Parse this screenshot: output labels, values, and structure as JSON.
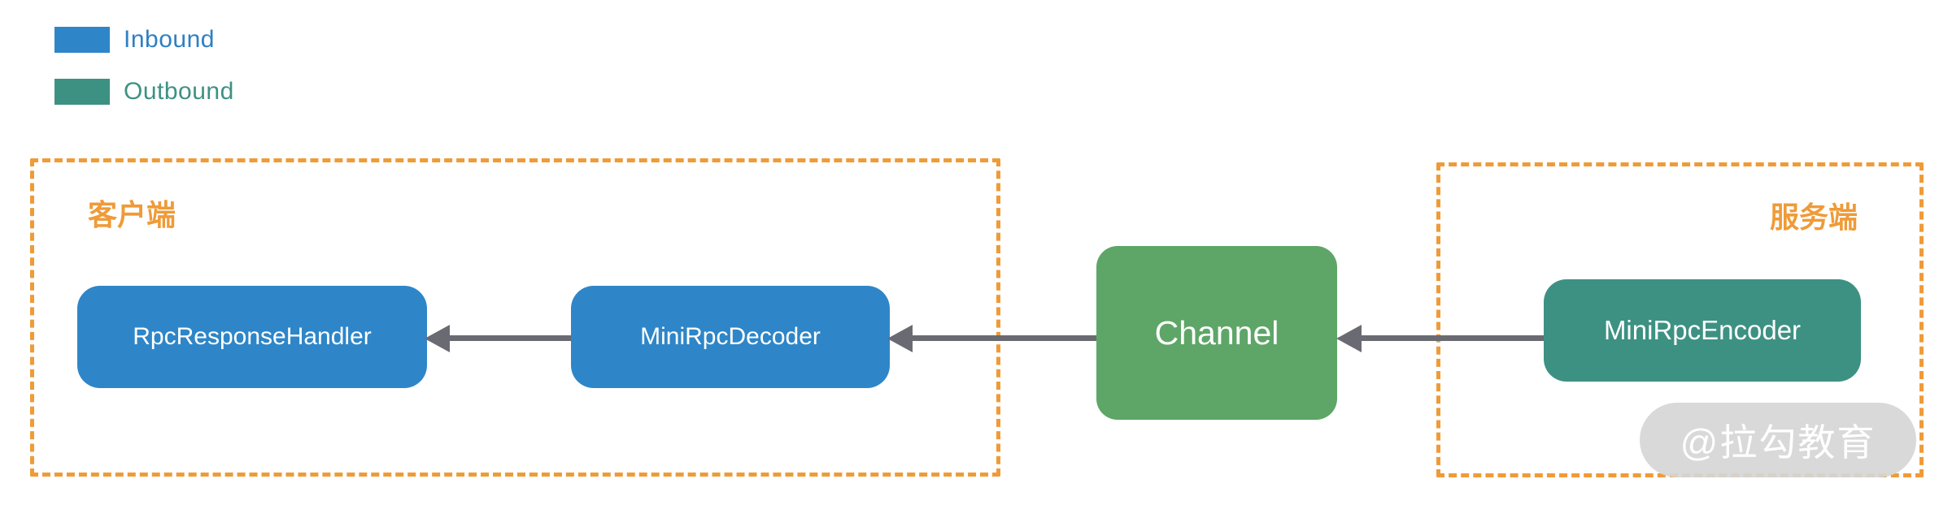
{
  "legend": {
    "items": [
      {
        "id": "inbound",
        "label": "Inbound",
        "color": "#2e86c8"
      },
      {
        "id": "outbound",
        "label": "Outbound",
        "color": "#3d9183"
      }
    ]
  },
  "groups": {
    "client": {
      "label": "客户端"
    },
    "server": {
      "label": "服务端"
    }
  },
  "nodes": {
    "rpc_response_handler": {
      "label": "RpcResponseHandler",
      "color": "#2e86c8",
      "direction": "inbound",
      "group": "client"
    },
    "mini_rpc_decoder": {
      "label": "MiniRpcDecoder",
      "color": "#2e86c8",
      "direction": "inbound",
      "group": "client"
    },
    "channel": {
      "label": "Channel",
      "color": "#5ea667",
      "direction": "outbound",
      "group": "none"
    },
    "mini_rpc_encoder": {
      "label": "MiniRpcEncoder",
      "color": "#3d9183",
      "direction": "outbound",
      "group": "server"
    }
  },
  "edges": [
    {
      "from": "MiniRpcEncoder",
      "to": "Channel",
      "arrow": "left"
    },
    {
      "from": "Channel",
      "to": "MiniRpcDecoder",
      "arrow": "left"
    },
    {
      "from": "MiniRpcDecoder",
      "to": "RpcResponseHandler",
      "arrow": "left"
    }
  ],
  "watermark": {
    "text": "@拉勾教育"
  },
  "colors": {
    "group_border": "#ef9b38",
    "group_label": "#ef9b38",
    "arrow": "#6a6a72",
    "node_text": "#ffffff",
    "background": "#ffffff",
    "watermark_bg": "#d6d6d6",
    "watermark_text": "#ffffff"
  }
}
